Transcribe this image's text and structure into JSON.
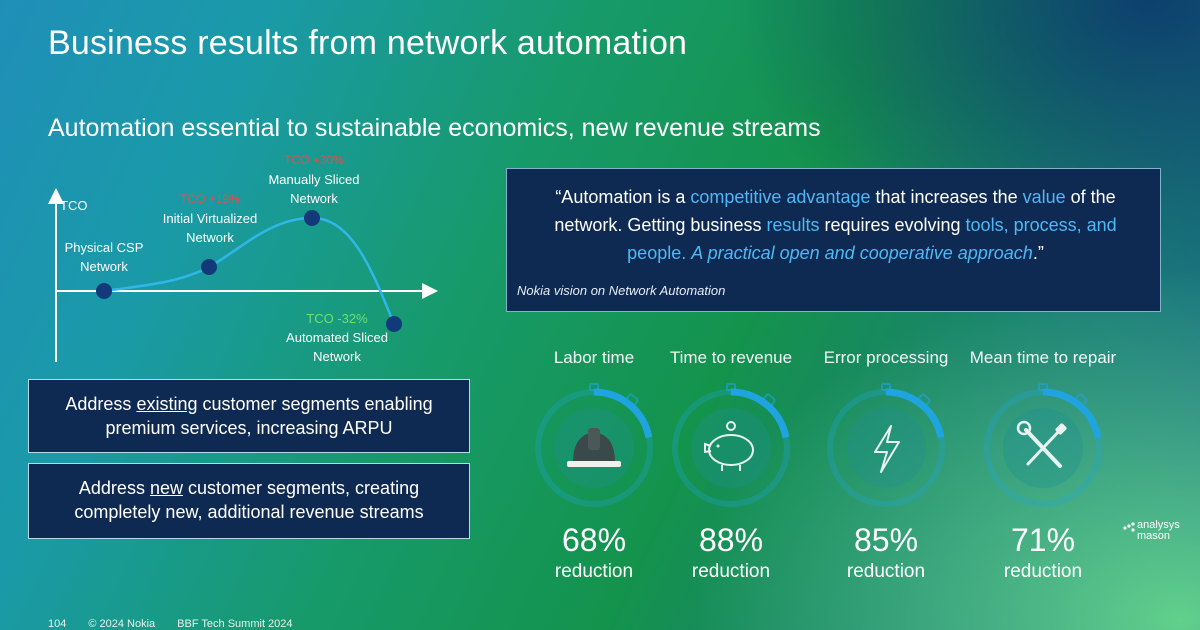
{
  "slide": {
    "title": "Business results from network automation",
    "subtitle": "Automation essential to sustainable economics, new revenue streams"
  },
  "chart": {
    "axis_label": "TCO",
    "points": [
      {
        "label_1": "Physical CSP",
        "label_2": "Network",
        "tco": ""
      },
      {
        "label_1": "Initial Virtualized",
        "label_2": "Network",
        "tco": "TCO +19%"
      },
      {
        "label_1": "Manually Sliced",
        "label_2": "Network",
        "tco": "TCO +30%"
      },
      {
        "label_1": "Automated Sliced",
        "label_2": "Network",
        "tco": "TCO -32%"
      }
    ],
    "colors": {
      "curve": "#2fb7ea",
      "point": "#123a7a",
      "tco_up": "#e0504a",
      "tco_down": "#6fe06a"
    }
  },
  "address_boxes": [
    {
      "prefix": "Address ",
      "underlined": "existing",
      "rest_1": " customer segments enabling",
      "line_2": "premium services, increasing ARPU"
    },
    {
      "prefix": "Address ",
      "underlined": "new",
      "rest_1": " customer segments, creating",
      "line_2": "completely new, additional revenue streams"
    }
  ],
  "quote": {
    "open": "“Automation is a ",
    "hl1": "competitive advantage",
    "t2": " that increases the ",
    "hl2": "value",
    "t3": " of the network. Getting business ",
    "hl3": "results",
    "t4": " requires evolving ",
    "hl4": "tools, process, and people.",
    "t5": " ",
    "hl5": "A practical open and cooperative approach",
    "close": ".”",
    "source": "Nokia  vision on Network Automation"
  },
  "metrics": [
    {
      "label": "Labor time",
      "value": "68%",
      "unit": "reduction",
      "icon": "hard-hat-icon",
      "fill": 0.68
    },
    {
      "label": "Time to revenue",
      "value": "88%",
      "unit": "reduction",
      "icon": "piggy-bank-icon",
      "fill": 0.88
    },
    {
      "label": "Error processing",
      "value": "85%",
      "unit": "reduction",
      "icon": "lightning-icon",
      "fill": 0.85
    },
    {
      "label": "Mean time to repair",
      "value": "71%",
      "unit": "reduction",
      "icon": "wrench-screwdriver-icon",
      "fill": 0.71
    }
  ],
  "logo": {
    "line1": "analysys",
    "line2": "mason"
  },
  "footer": {
    "page": "104",
    "copyright": "© 2024 Nokia",
    "event": "BBF Tech Summit 2024"
  },
  "colors": {
    "accent": "#4db8f5",
    "box_bg": "#0f2a52",
    "ring": "#1fa4e0"
  }
}
